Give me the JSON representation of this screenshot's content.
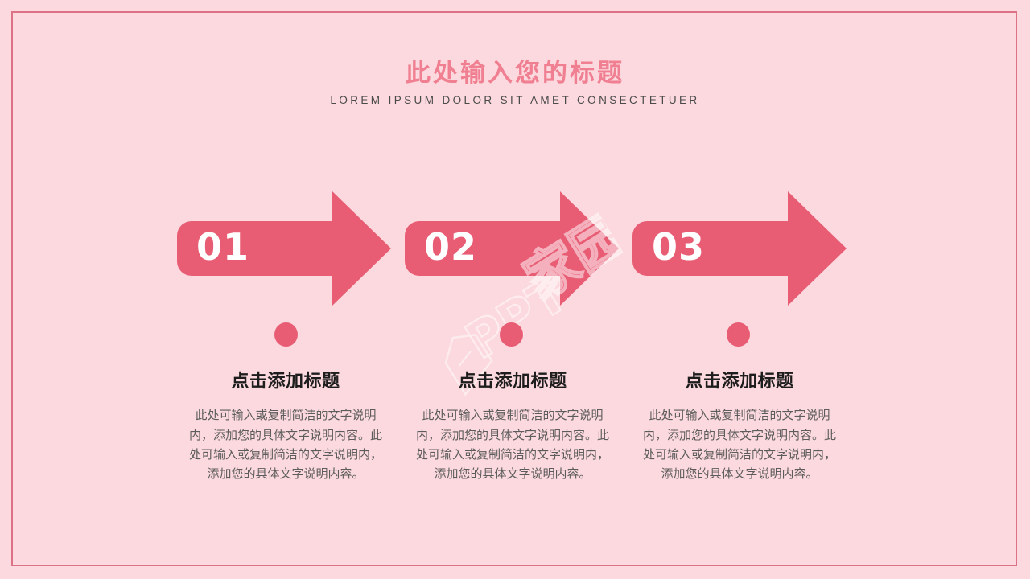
{
  "slide": {
    "background_color": "#fcd9de",
    "accent_color": "#e85c74",
    "frame_color": "#dd7186",
    "title_color": "#ef7f91"
  },
  "header": {
    "title": "此处输入您的标题",
    "subtitle": "LOREM IPSUM DOLOR SIT AMET CONSECTETUER"
  },
  "steps": [
    {
      "number": "01",
      "title": "点击添加标题",
      "body": "此处可输入或复制简洁的文字说明内，添加您的具体文字说明内容。此处可输入或复制简洁的文字说明内，添加您的具体文字说明内容。"
    },
    {
      "number": "02",
      "title": "点击添加标题",
      "body": "此处可输入或复制简洁的文字说明内，添加您的具体文字说明内容。此处可输入或复制简洁的文字说明内，添加您的具体文字说明内容。"
    },
    {
      "number": "03",
      "title": "点击添加标题",
      "body": "此处可输入或复制简洁的文字说明内，添加您的具体文字说明内容。此处可输入或复制简洁的文字说明内，添加您的具体文字说明内容。"
    }
  ],
  "watermark": {
    "text_latin": "PPT",
    "text_cjk": "家园"
  }
}
